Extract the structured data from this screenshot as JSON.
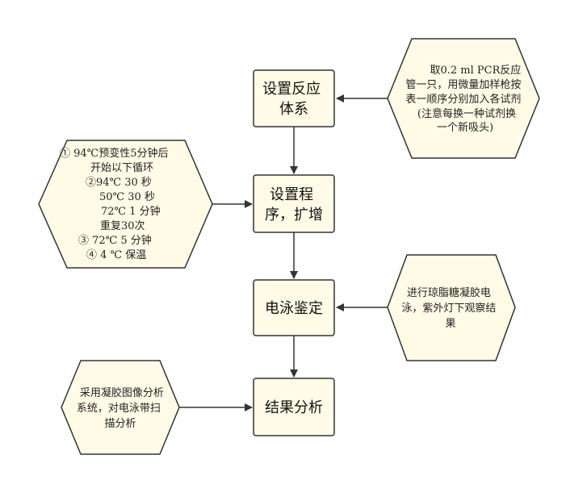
{
  "colors": {
    "fill": "#fffbe6",
    "stroke": "#333333",
    "arrow": "#333333"
  },
  "steps": {
    "setup_reaction": [
      "设置反应",
      "体系"
    ],
    "set_program": [
      "设置程",
      "序，扩增"
    ],
    "electrophoresis": [
      "电泳鉴定"
    ],
    "result_analysis": [
      "结果分析"
    ]
  },
  "notes": {
    "pcr_tube": [
      "取0.2 ml PCR反应",
      "管一只，用微量加样枪按",
      "表一顺序分别加入各试剂",
      "(注意每换一种试剂换",
      "一个新吸头)"
    ],
    "thermal_program": [
      "①   94℃预变性5分钟后",
      "开始以下循环",
      "②94℃  30 秒",
      "50℃  30 秒",
      "72℃  1 分钟",
      "重复30次",
      "③   72℃  5 分钟",
      "④   4 ℃  保温"
    ],
    "gel": [
      "进行琼脂糖凝胶电",
      "泳，紫外灯下观察结",
      "果"
    ],
    "image_analysis": [
      "采用凝胶图像分析",
      "系统，对电泳带扫",
      "描分析"
    ]
  }
}
